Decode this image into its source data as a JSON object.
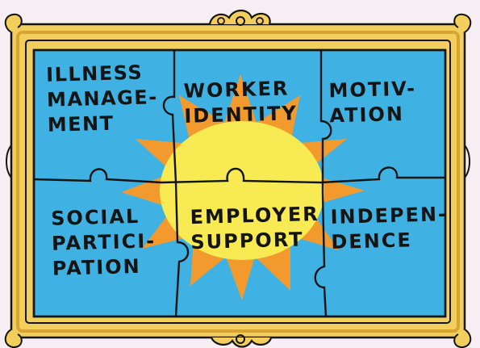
{
  "colors": {
    "background": "#f7eef3",
    "frame": "#f2cf5c",
    "frame_shadow": "#d9a532",
    "puzzle_background": "#3fb2e3",
    "sun_rays": "#f39a2e",
    "sun_center": "#f7ea52",
    "outline": "#141414"
  },
  "pieces": [
    {
      "label": "ILLNESS\nMANAGE-\nMENT"
    },
    {
      "label": "WORKER\nIDENTITY"
    },
    {
      "label": "MOTIV-\nATION"
    },
    {
      "label": "SOCIAL\nPARTICI-\nPATION"
    },
    {
      "label": "EMPLOYER\nSUPPORT"
    },
    {
      "label": "INDEPEN-\nDENCE"
    }
  ]
}
